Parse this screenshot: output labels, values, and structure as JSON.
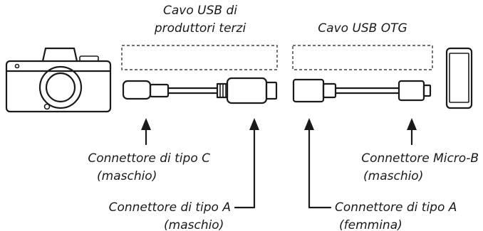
{
  "labels": {
    "third_party_cable_line1": "Cavo USB di",
    "third_party_cable_line2": "produttori terzi",
    "otg_cable": "Cavo USB OTG",
    "type_c_line1": "Connettore di tipo C",
    "type_c_line2": "(maschio)",
    "type_a_male_line1": "Connettore di tipo A",
    "type_a_male_line2": "(maschio)",
    "micro_b_line1": "Connettore Micro-B",
    "micro_b_line2": "(maschio)",
    "type_a_female_line1": "Connettore di tipo A",
    "type_a_female_line2": "(femmina)"
  },
  "icons": [
    "camera-icon",
    "smartphone-icon"
  ],
  "colors": {
    "ink": "#1a1a1a",
    "background": "#ffffff"
  }
}
